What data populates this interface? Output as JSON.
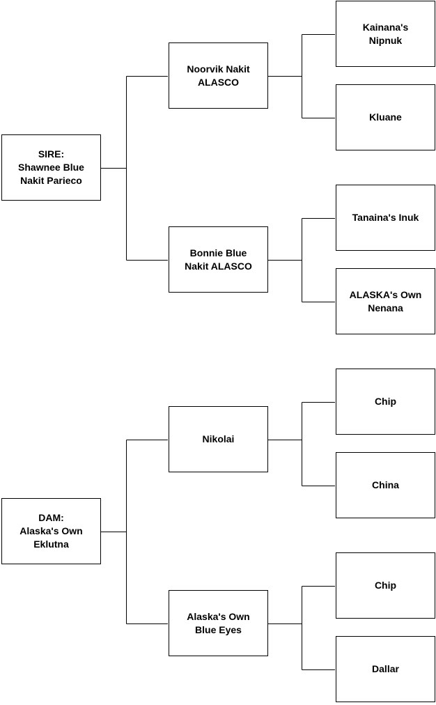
{
  "sire": {
    "label": "SIRE:\nShawnee Blue\nNakit Parieco",
    "sire": {
      "label": "Noorvik Nakit\nALASCO",
      "sire": "Kainana's\nNipnuk",
      "dam": "Kluane"
    },
    "dam": {
      "label": "Bonnie Blue\nNakit ALASCO",
      "sire": "Tanaina's Inuk",
      "dam": "ALASKA's Own\nNenana"
    }
  },
  "dam": {
    "label": "DAM:\nAlaska's Own\nEklutna",
    "sire": {
      "label": "Nikolai",
      "sire": "Chip",
      "dam": "China"
    },
    "dam": {
      "label": "Alaska's Own\nBlue Eyes",
      "sire": "Chip",
      "dam": "Dallar"
    }
  }
}
